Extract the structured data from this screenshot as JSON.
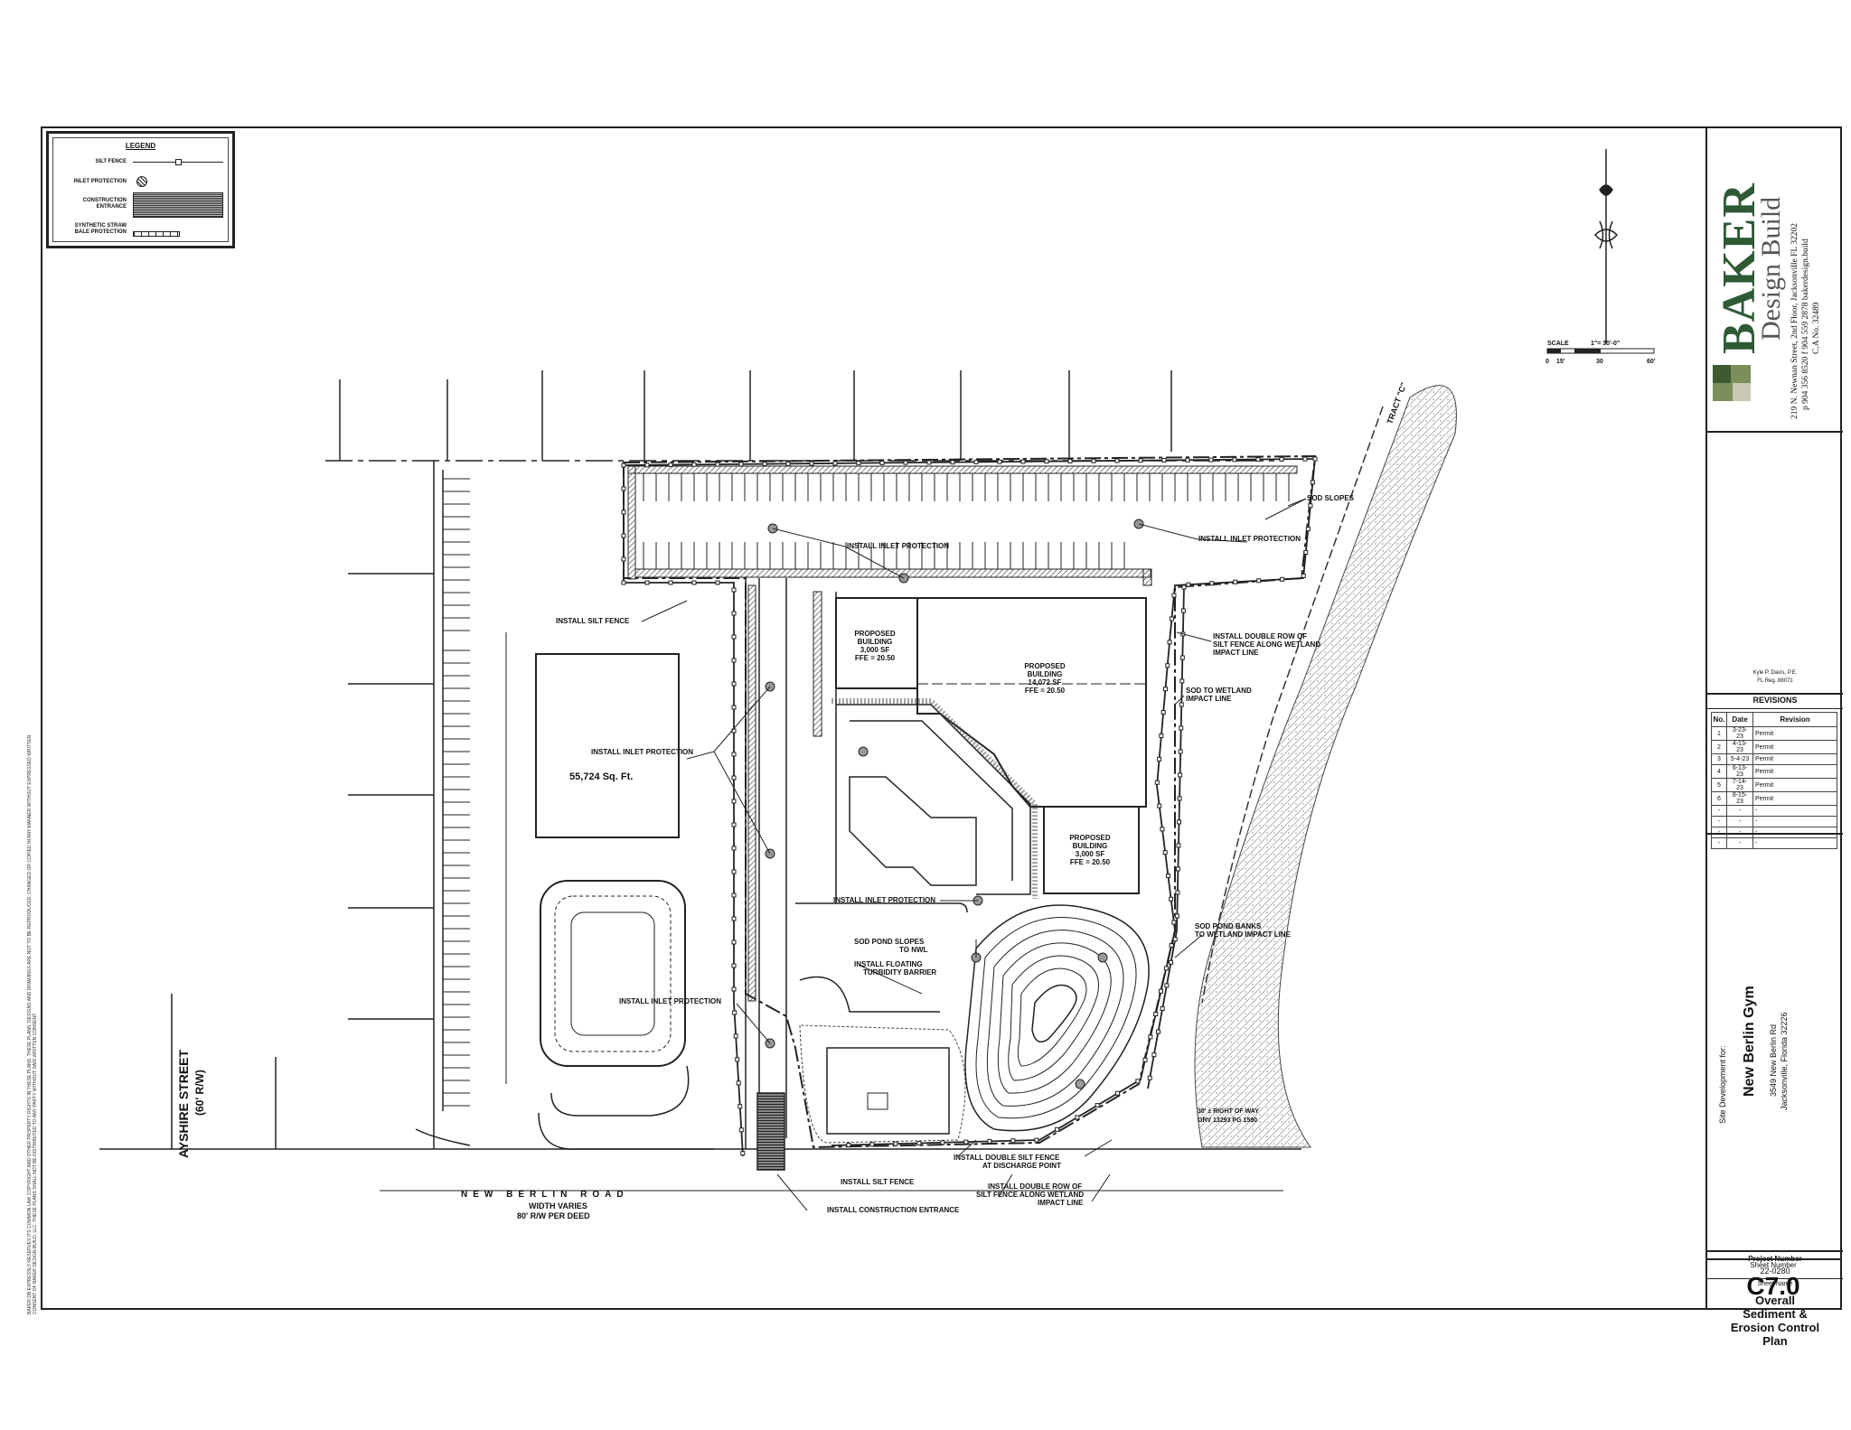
{
  "legend": {
    "title": "LEGEND",
    "items": [
      {
        "label": "SILT FENCE"
      },
      {
        "label": "INLET PROTECTION"
      },
      {
        "label": "CONSTRUCTION ENTRANCE"
      },
      {
        "label": "SYNTHETIC STRAW BALE PROTECTION"
      }
    ]
  },
  "scale": {
    "label": "SCALE",
    "ratio": "1\"= 30'-0\"",
    "ticks": [
      "0",
      "15'",
      "30",
      "60'"
    ]
  },
  "firm": {
    "name_main": "BAKER",
    "name_sub": "Design Build",
    "address": "219 N. Newnan Street, 2nd Floor, Jacksonville FL 32202",
    "phone": "p 904 356 8520   f 904 559 2878   bakerdesign.build",
    "ca": "C.A No. 32489"
  },
  "engineer": {
    "name": "Kyle P. Davis, P.E.",
    "license": "FL Reg. 88071"
  },
  "revisions": {
    "title": "REVISIONS",
    "headers": [
      "No.",
      "Date",
      "Revision"
    ],
    "rows": [
      [
        "1",
        "3-23-23",
        "Permit"
      ],
      [
        "2",
        "4-13-23",
        "Permit"
      ],
      [
        "3",
        "5-4-23",
        "Permit"
      ],
      [
        "4",
        "6-13-23",
        "Permit"
      ],
      [
        "5",
        "7-14-23",
        "Permit"
      ],
      [
        "6",
        "8-15-23",
        "Permit"
      ],
      [
        "-",
        "-",
        "-"
      ],
      [
        "-",
        "-",
        "-"
      ],
      [
        "-",
        "-",
        "-"
      ],
      [
        "-",
        "-",
        "-"
      ]
    ]
  },
  "project": {
    "label": "Site Development for:",
    "name": "New Berlin Gym",
    "address1": "3549 New Berlin Rd",
    "address2": "Jacksonville, Florida 32226",
    "number_label": "Project Number",
    "number": "22-0280",
    "sheet_name_label": "Sheet Name",
    "sheet_name_lines": [
      "Overall",
      "Sediment &",
      "Erosion Control",
      "Plan"
    ],
    "sheet_number_label": "Sheet Number",
    "sheet_number": "C7.0"
  },
  "plan": {
    "streets": {
      "ayshire": "AYSHIRE STREET",
      "ayshire_rw": "(60' R/W)",
      "new_berlin": "NEW BERLIN ROAD",
      "new_berlin_width": "WIDTH VARIES",
      "new_berlin_rw": "80' R/W PER DEED",
      "tract": "TRACT \"C\"",
      "row_note": "30' ± RIGHT OF WAY",
      "row_note2": "ORV 13293 PG 1590"
    },
    "existing_building": {
      "area": "55,724 Sq. Ft."
    },
    "buildings": [
      {
        "l1": "PROPOSED",
        "l2": "BUILDING",
        "l3": "3,000 SF",
        "l4": "FFE = 20.50"
      },
      {
        "l1": "PROPOSED",
        "l2": "BUILDING",
        "l3": "14,072 SF",
        "l4": "FFE = 20.50"
      },
      {
        "l1": "PROPOSED",
        "l2": "BUILDING",
        "l3": "3,000 SF",
        "l4": "FFE = 20.50"
      }
    ],
    "callouts": {
      "inlet_top": "INSTALL INLET PROTECTION",
      "inlet_right": "INSTALL INLET PROTECTION",
      "sod_slopes": "SOD SLOPES",
      "silt_fence_nw": "INSTALL SILT FENCE",
      "double_row_1": "INSTALL DOUBLE ROW OF",
      "double_row_2": "SILT FENCE ALONG WETLAND",
      "double_row_3": "IMPACT LINE",
      "sod_wetland_1": "SOD TO WETLAND",
      "sod_wetland_2": "IMPACT LINE",
      "inlet_left": "INSTALL INLET PROTECTION",
      "inlet_center": "INSTALL INLET PROTECTION",
      "sod_pond_banks_1": "SOD POND BANKS",
      "sod_pond_banks_2": "TO WETLAND IMPACT LINE",
      "sod_pond_slopes_1": "SOD POND SLOPES",
      "sod_pond_slopes_2": "TO NWL",
      "turbidity_1": "INSTALL FLOATING",
      "turbidity_2": "TURBIDITY BARRIER",
      "inlet_sw": "INSTALL INLET PROTECTION",
      "double_discharge_1": "INSTALL DOUBLE SILT FENCE",
      "double_discharge_2": "AT DISCHARGE POINT",
      "silt_fence_s": "INSTALL SILT FENCE",
      "double_row_s_1": "INSTALL DOUBLE ROW OF",
      "double_row_s_2": "SILT FENCE ALONG WETLAND",
      "double_row_s_3": "IMPACT LINE",
      "construction_entrance": "INSTALL CONSTRUCTION ENTRANCE"
    }
  },
  "disclaimer": "BAKER DB EXPRESSLY RESERVES ITS COMMON LAW COPYRIGHT AND OTHER PROPERTY RIGHTS IN THESE PLANS. THESE PLANS, DESIGNS AND DRAWINGS ARE NOT TO BE REPRODUCED, CHANGED OR COPIED IN ANY MANNER WITHOUT EXPRESSED WRITTEN CONSENT OF BAKER DESIGN BUILD, LLC. THESE PLANS SHALL NOT BE DISTRIBUTED TO ANY PARTY WITHOUT SAID WRITTEN CONSENT."
}
